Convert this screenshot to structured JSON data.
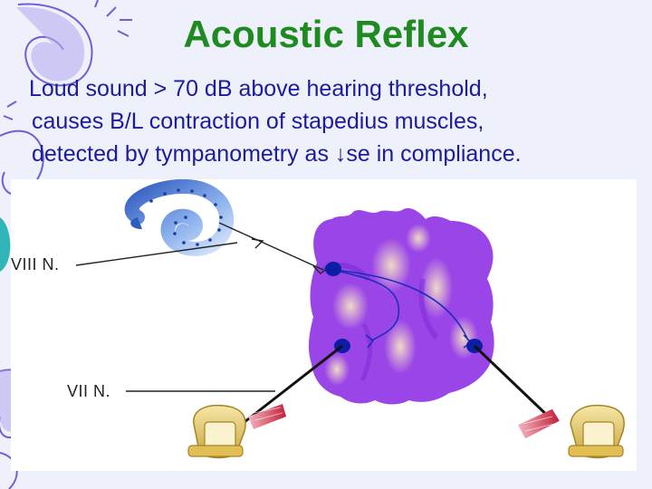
{
  "slide": {
    "title": "Acoustic Reflex",
    "body_lines": [
      "Loud sound > 70 dB above hearing threshold,",
      "causes B/L contraction of stapedius muscles,",
      "detected by tympanometry as ",
      "se in compliance."
    ],
    "arrow_symbol": "↓"
  },
  "diagram": {
    "labels": {
      "viii": "VIII N.",
      "vii": "VII N."
    },
    "colors": {
      "brainstem": "#9a45e8",
      "pathway": "#1a2bb8",
      "nucleus": "#0c1ea6",
      "cochlea": "#3d73d6",
      "stapes": "#e8c75e",
      "muscle": "#d2334a",
      "title": "#1f8a1f",
      "text": "#1b1b9e"
    }
  }
}
